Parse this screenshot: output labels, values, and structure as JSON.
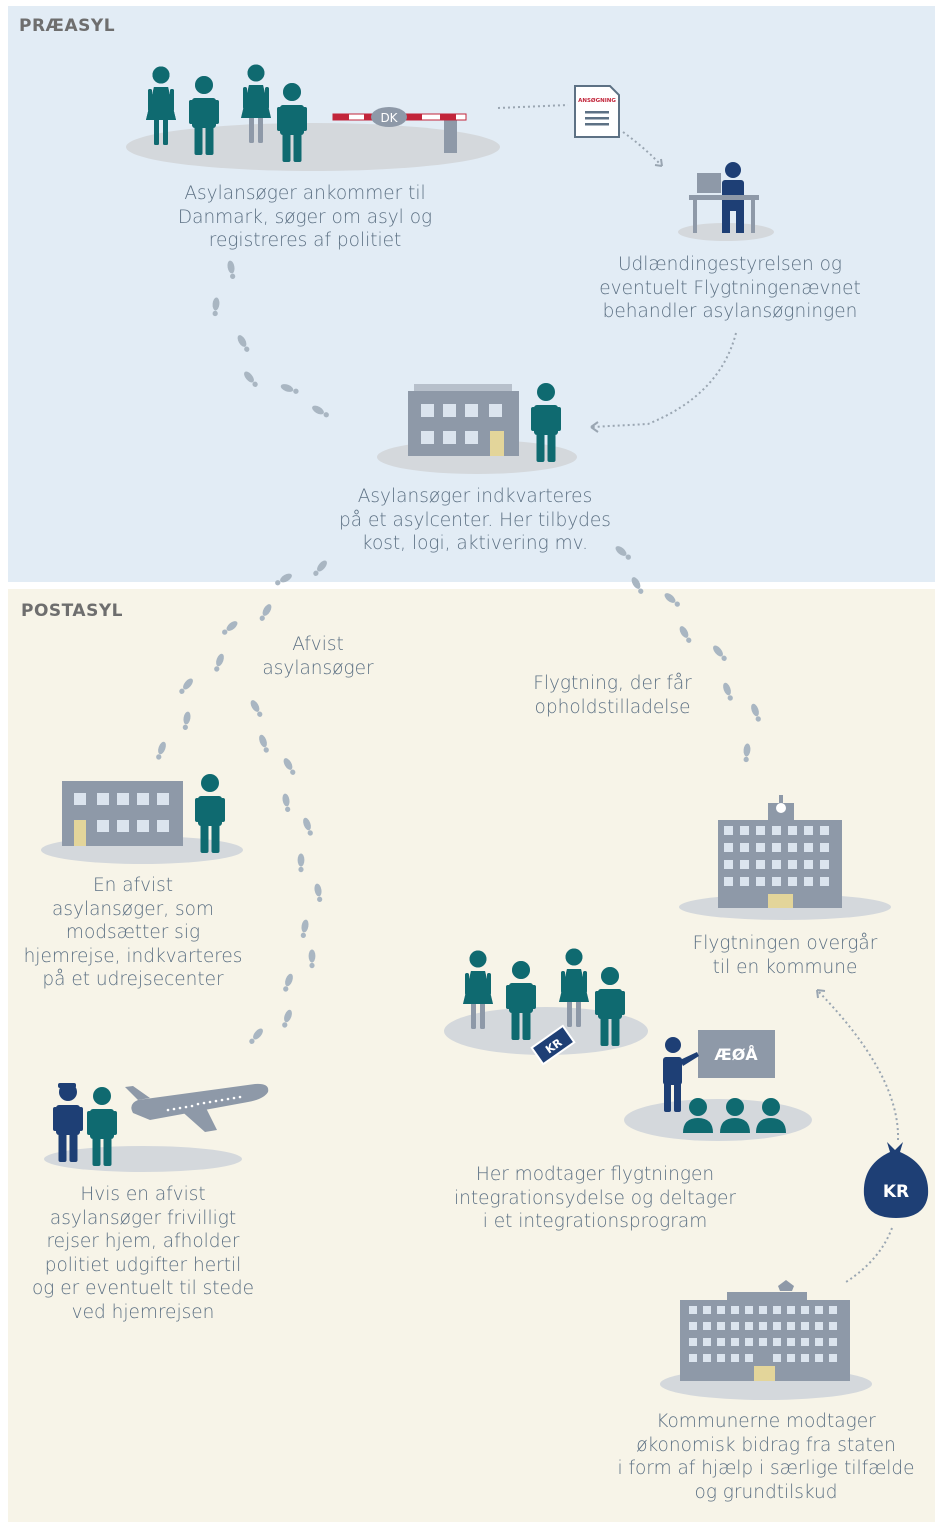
{
  "sections": {
    "pre": {
      "label": "PRÆASYL"
    },
    "post": {
      "label": "POSTASYL"
    }
  },
  "labels": {
    "barrier": "DK",
    "document": "ANSØGNING",
    "classroom_board": "ÆØÅ",
    "card": "KR",
    "money_bag": "KR"
  },
  "captions": {
    "arrival": "Asylansøger ankommer til\nDanmark, søger om asyl og\nregistreres af politiet",
    "processing": "Udlændingestyrelsen og\neventuelt Flygtningenævnet\nbehandler asylansøgningen",
    "asylum_center": "Asylansøger indkvarteres\npå et asylcenter. Her tilbydes\nkost, logi, aktivering mv.",
    "rejected_path": "Afvist\nasylansøger",
    "refugee_path": "Flygtning, der får\nopholdstilladelse",
    "departure_center": "En afvist\nasylansøger, som\nmodsætter sig\nhjemrejse, indkvarteres\npå et udrejsecenter",
    "municipality": "Flygtningen overgår\ntil en kommune",
    "integration": "Her modtager flygtningen\nintegrationsydelse og deltager\ni et integrationsprogram",
    "voluntary_return": "Hvis en afvist\nasylansøger frivilligt\nrejser hjem, afholder\npolitiet udgifter hertil\nog er eventuelt til stede\nved hjemrejsen",
    "state_funding": "Kommunerne modtager\nøkonomisk bidrag fra staten\ni form af hjælp i særlige tilfælde\nog grundtilskud"
  },
  "colors": {
    "teal": "#0f6a70",
    "navy": "#1e3f75",
    "grey": "#8e99a8",
    "platform": "#d4d8dc",
    "footprint": "#a9b6c2",
    "text": "#5d7184"
  }
}
